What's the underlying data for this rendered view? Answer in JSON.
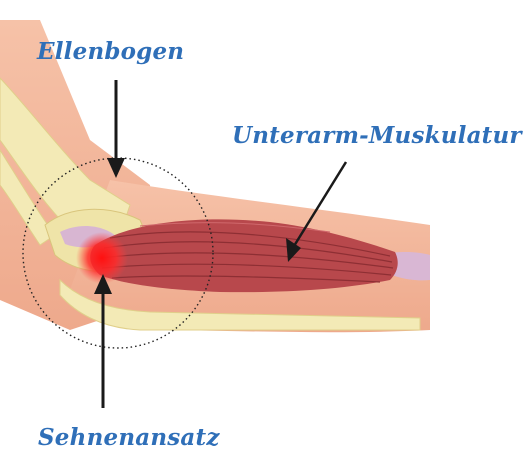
{
  "colors": {
    "label": "#2f6fb8",
    "skin": "#f2b59a",
    "bone": "#f3eab6",
    "muscle": "#b8484c",
    "pain": "#ff1e1e",
    "arrow": "#1a1a1a"
  },
  "labels": {
    "elbow": "Ellenbogen",
    "forearm_muscles": "Unterarm-Muskulatur",
    "tendon_insertion": "Sehnenansatz"
  }
}
